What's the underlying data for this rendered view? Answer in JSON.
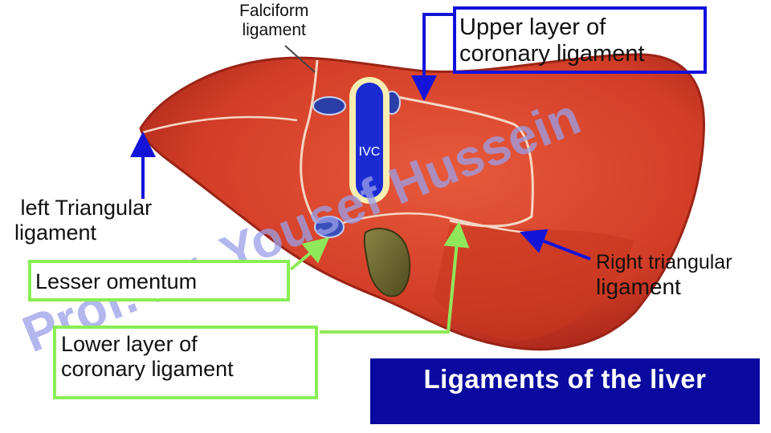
{
  "labels": {
    "falciform_line1": "Falciform",
    "falciform_line2": "ligament",
    "upper_line1": "Upper layer of",
    "upper_line2": "coronary ligament",
    "ivc": "IVC",
    "left_triangular_line1": " left Triangular",
    "left_triangular_line2": "ligament",
    "lesser_omentum": "Lesser omentum",
    "lower_line1": "Lower layer of",
    "lower_line2": "coronary ligament",
    "right_triangular_line1": "Right triangular",
    "right_triangular_line2": "ligament"
  },
  "watermark": "Prof. Dr. Yousef Hussein",
  "title": "Ligaments of the liver",
  "colors": {
    "liver": "#d9442b",
    "liver_dark": "#a8261a",
    "gallbladder": "#6e6a2e",
    "vessel_blue": "#1a2bd4",
    "arrow_blue": "#1414d8",
    "arrow_green": "#8fe85a",
    "title_bg": "#0a0aa0",
    "watermark": "#9aa0e8"
  }
}
